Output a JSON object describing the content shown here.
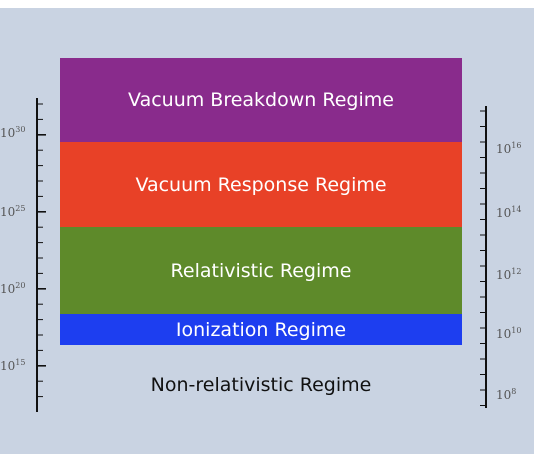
{
  "colors": {
    "background": "#c9d3e2",
    "vacuum_breakdown": "#892b8c",
    "vacuum_response": "#e84127",
    "relativistic": "#5e8a2a",
    "ionization": "#1d3ef0"
  },
  "regimes": {
    "vacuum_breakdown": "Vacuum Breakdown Regime",
    "vacuum_response": "Vacuum Response Regime",
    "relativistic": "Relativistic Regime",
    "ionization": "Ionization Regime",
    "non_relativistic": "Non-relativistic Regime"
  },
  "left_scale": {
    "base": "10",
    "ticks": [
      {
        "exp": "30"
      },
      {
        "exp": "25"
      },
      {
        "exp": "20"
      },
      {
        "exp": "15"
      }
    ]
  },
  "right_scale": {
    "base": "10",
    "ticks": [
      {
        "exp": "16"
      },
      {
        "exp": "14"
      },
      {
        "exp": "12"
      },
      {
        "exp": "10"
      },
      {
        "exp": "8"
      }
    ]
  }
}
